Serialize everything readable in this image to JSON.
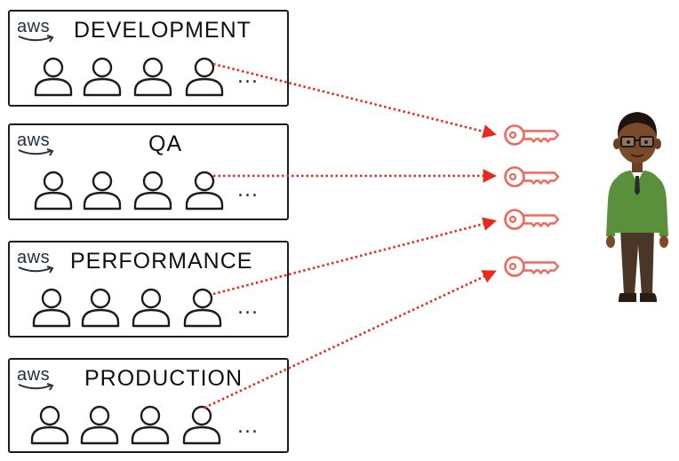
{
  "accounts": [
    {
      "logo_text": "aws",
      "name": "DEVELOPMENT",
      "more": "..."
    },
    {
      "logo_text": "aws",
      "name": "QA",
      "more": "..."
    },
    {
      "logo_text": "aws",
      "name": "PERFORMANCE",
      "more": "..."
    },
    {
      "logo_text": "aws",
      "name": "PRODUCTION",
      "more": "..."
    }
  ],
  "colors": {
    "border": "#1c1c1c",
    "aws_smile": "#ff9900",
    "key": "#f0665a",
    "connector": "#e8291c",
    "shirt": "#5a8f3b",
    "pants": "#4a3626",
    "skin": "#7a4a2a"
  },
  "icons": {
    "user": "user-outline-icon",
    "key": "key-icon",
    "person": "person-illustration"
  }
}
